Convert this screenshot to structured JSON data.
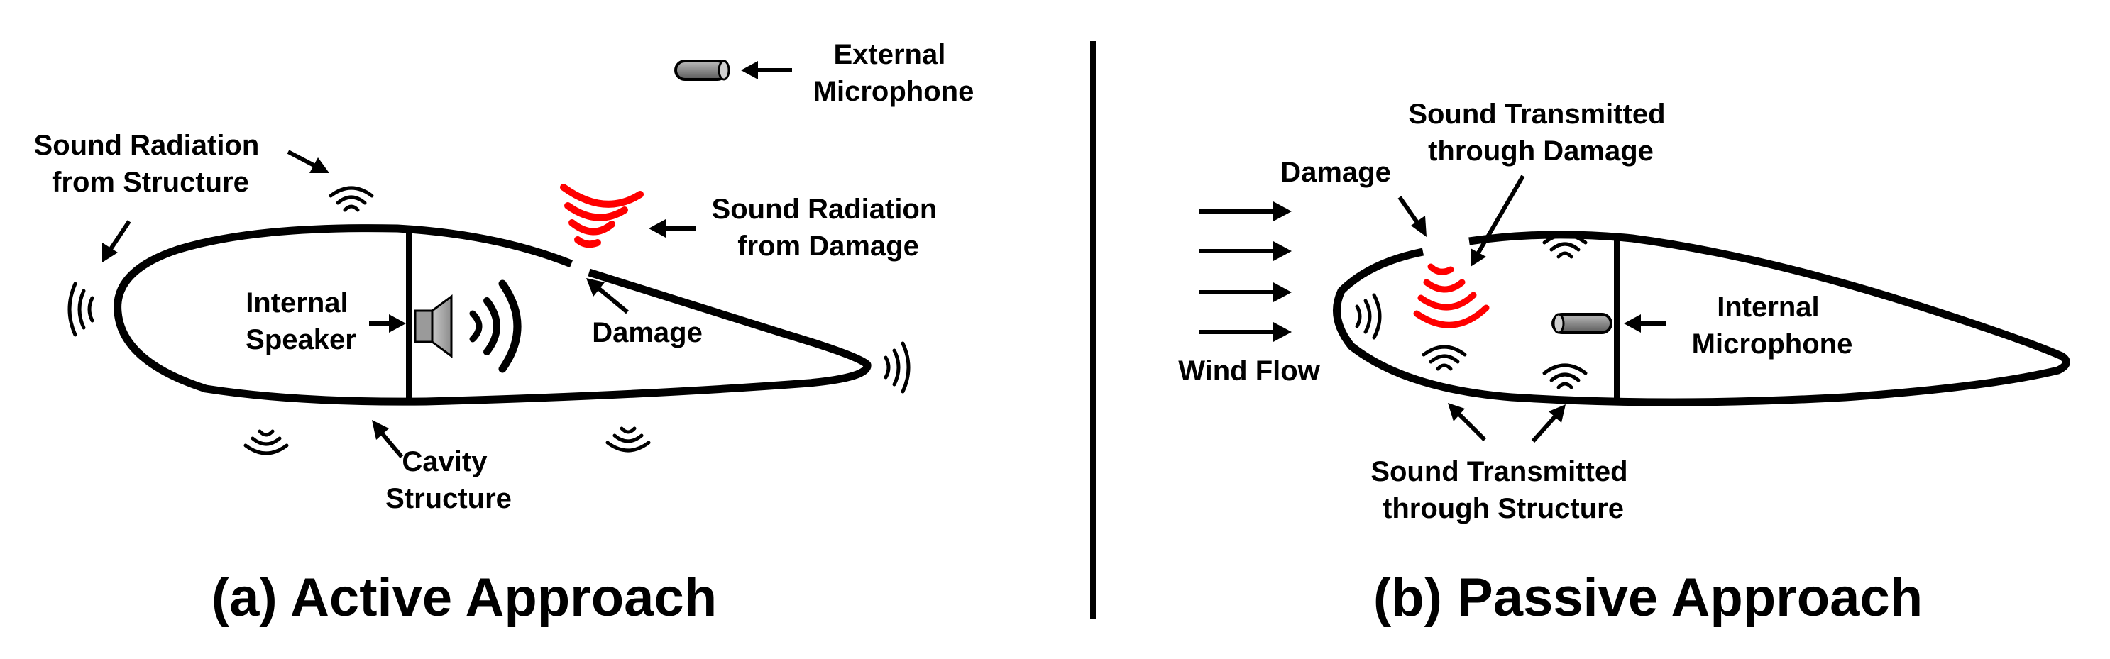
{
  "panels": {
    "active": {
      "title": "(a) Active Approach",
      "labels": {
        "external_microphone": [
          "External",
          "Microphone"
        ],
        "sound_radiation_structure": [
          "Sound Radiation",
          "from Structure"
        ],
        "sound_radiation_damage": [
          "Sound Radiation",
          "from Damage"
        ],
        "internal_speaker": [
          "Internal",
          "Speaker"
        ],
        "damage": "Damage",
        "cavity_structure": [
          "Cavity",
          "Structure"
        ]
      }
    },
    "passive": {
      "title": "(b) Passive Approach",
      "labels": {
        "damage": "Damage",
        "sound_transmitted_damage": [
          "Sound Transmitted",
          "through Damage"
        ],
        "wind_flow": "Wind Flow",
        "internal_microphone": [
          "Internal",
          "Microphone"
        ],
        "sound_transmitted_structure": [
          "Sound Transmitted",
          "through Structure"
        ]
      }
    }
  },
  "colors": {
    "outline": "#000000",
    "damage_wave": "#ff0000",
    "structure_wave": "#000000",
    "microphone": "#777777",
    "speaker": "#a6a6a6"
  }
}
